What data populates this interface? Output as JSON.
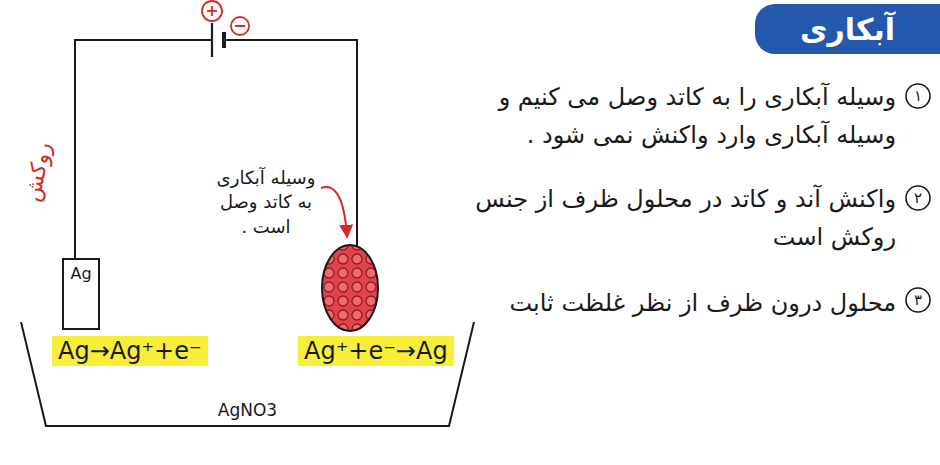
{
  "diagram": {
    "title": "آبکاری",
    "nodes": [
      {
        "text": [
          "Ag"
        ]
      },
      {
        "text": [
          "AgNO3"
        ]
      },
      {
        "text": [
          "Ag→Ag⁺+e⁻"
        ],
        "in": 1
      },
      {
        "text": [
          "Ag⁺+e⁻→Ag"
        ],
        "in": 1
      }
    ],
    "labels": [
      "روکش",
      "+",
      "−",
      "وسیله آبکاری به کاتد وصل است .",
      "۱",
      "وسیله آبکاری را به کاتد وصل می کنیم و وسیله آبکاری وارد واکنش نمی شود .",
      "۲",
      "واکنش آند و کاتد در محلول ظرف از جنس روکش است",
      "۳",
      "محلول درون ظرف از نظر غلظت ثابت"
    ]
  }
}
